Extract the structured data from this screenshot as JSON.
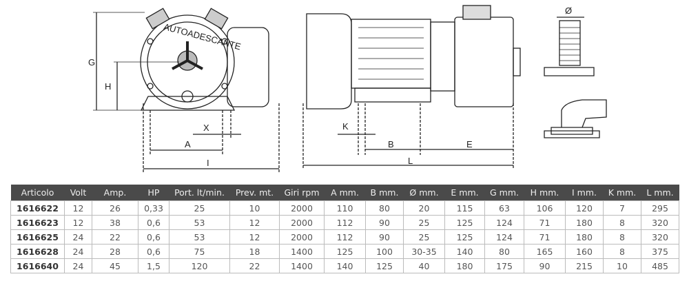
{
  "drawing": {
    "pump_label": "AUTOADESCANTE",
    "dim_labels": {
      "G": "G",
      "H": "H",
      "X": "X",
      "A": "A",
      "I": "I",
      "K": "K",
      "B": "B",
      "L": "L",
      "E": "E",
      "diameter": "Ø"
    }
  },
  "table": {
    "headers": [
      "Articolo",
      "Volt",
      "Amp.",
      "HP",
      "Port. lt/min.",
      "Prev. mt.",
      "Giri rpm",
      "A mm.",
      "B mm.",
      "Ø mm.",
      "E mm.",
      "G mm.",
      "H mm.",
      "I mm.",
      "K mm.",
      "L mm."
    ],
    "rows": [
      [
        "1616622",
        "12",
        "26",
        "0,33",
        "25",
        "10",
        "2000",
        "110",
        "80",
        "20",
        "115",
        "63",
        "106",
        "120",
        "7",
        "295"
      ],
      [
        "1616623",
        "12",
        "38",
        "0,6",
        "53",
        "12",
        "2000",
        "112",
        "90",
        "25",
        "125",
        "124",
        "71",
        "180",
        "8",
        "320"
      ],
      [
        "1616625",
        "24",
        "22",
        "0,6",
        "53",
        "12",
        "2000",
        "112",
        "90",
        "25",
        "125",
        "124",
        "71",
        "180",
        "8",
        "320"
      ],
      [
        "1616628",
        "24",
        "28",
        "0,6",
        "75",
        "18",
        "1400",
        "125",
        "100",
        "30-35",
        "140",
        "80",
        "165",
        "160",
        "8",
        "375"
      ],
      [
        "1616640",
        "24",
        "45",
        "1,5",
        "120",
        "22",
        "1400",
        "140",
        "125",
        "40",
        "180",
        "175",
        "90",
        "215",
        "10",
        "485"
      ]
    ]
  }
}
